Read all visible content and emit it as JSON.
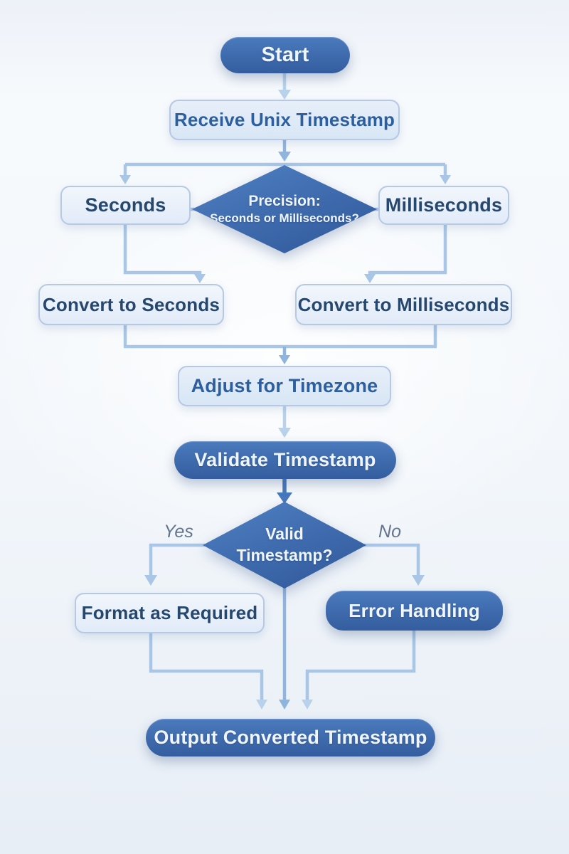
{
  "flowchart": {
    "nodes": {
      "start": "Start",
      "receive": "Receive Unix Timestamp",
      "precision_line1": "Precision:",
      "precision_line2": "Seconds or Milliseconds?",
      "seconds": "Seconds",
      "milliseconds": "Milliseconds",
      "convert_seconds": "Convert to Seconds",
      "convert_milliseconds": "Convert to Milliseconds",
      "adjust": "Adjust for Timezone",
      "validate": "Validate Timestamp",
      "valid_line1": "Valid",
      "valid_line2": "Timestamp?",
      "format": "Format as Required",
      "error": "Error Handling",
      "output": "Output Converted Timestamp"
    },
    "edge_labels": {
      "yes": "Yes",
      "no": "No"
    },
    "colors": {
      "dark_node": "#4a7abd",
      "dark_node_deep": "#345d9f",
      "node_border": "#b7c9e2",
      "text_on_dark": "#eff5fc",
      "text_navy": "#26476e",
      "text_blue": "#2d5f9f",
      "edge_label": "#64748f",
      "connector": "#a9c6e6",
      "connector_mid": "#8fb5de",
      "connector_pale": "#b8d2ec",
      "connector_dark": "#4678bd"
    }
  }
}
